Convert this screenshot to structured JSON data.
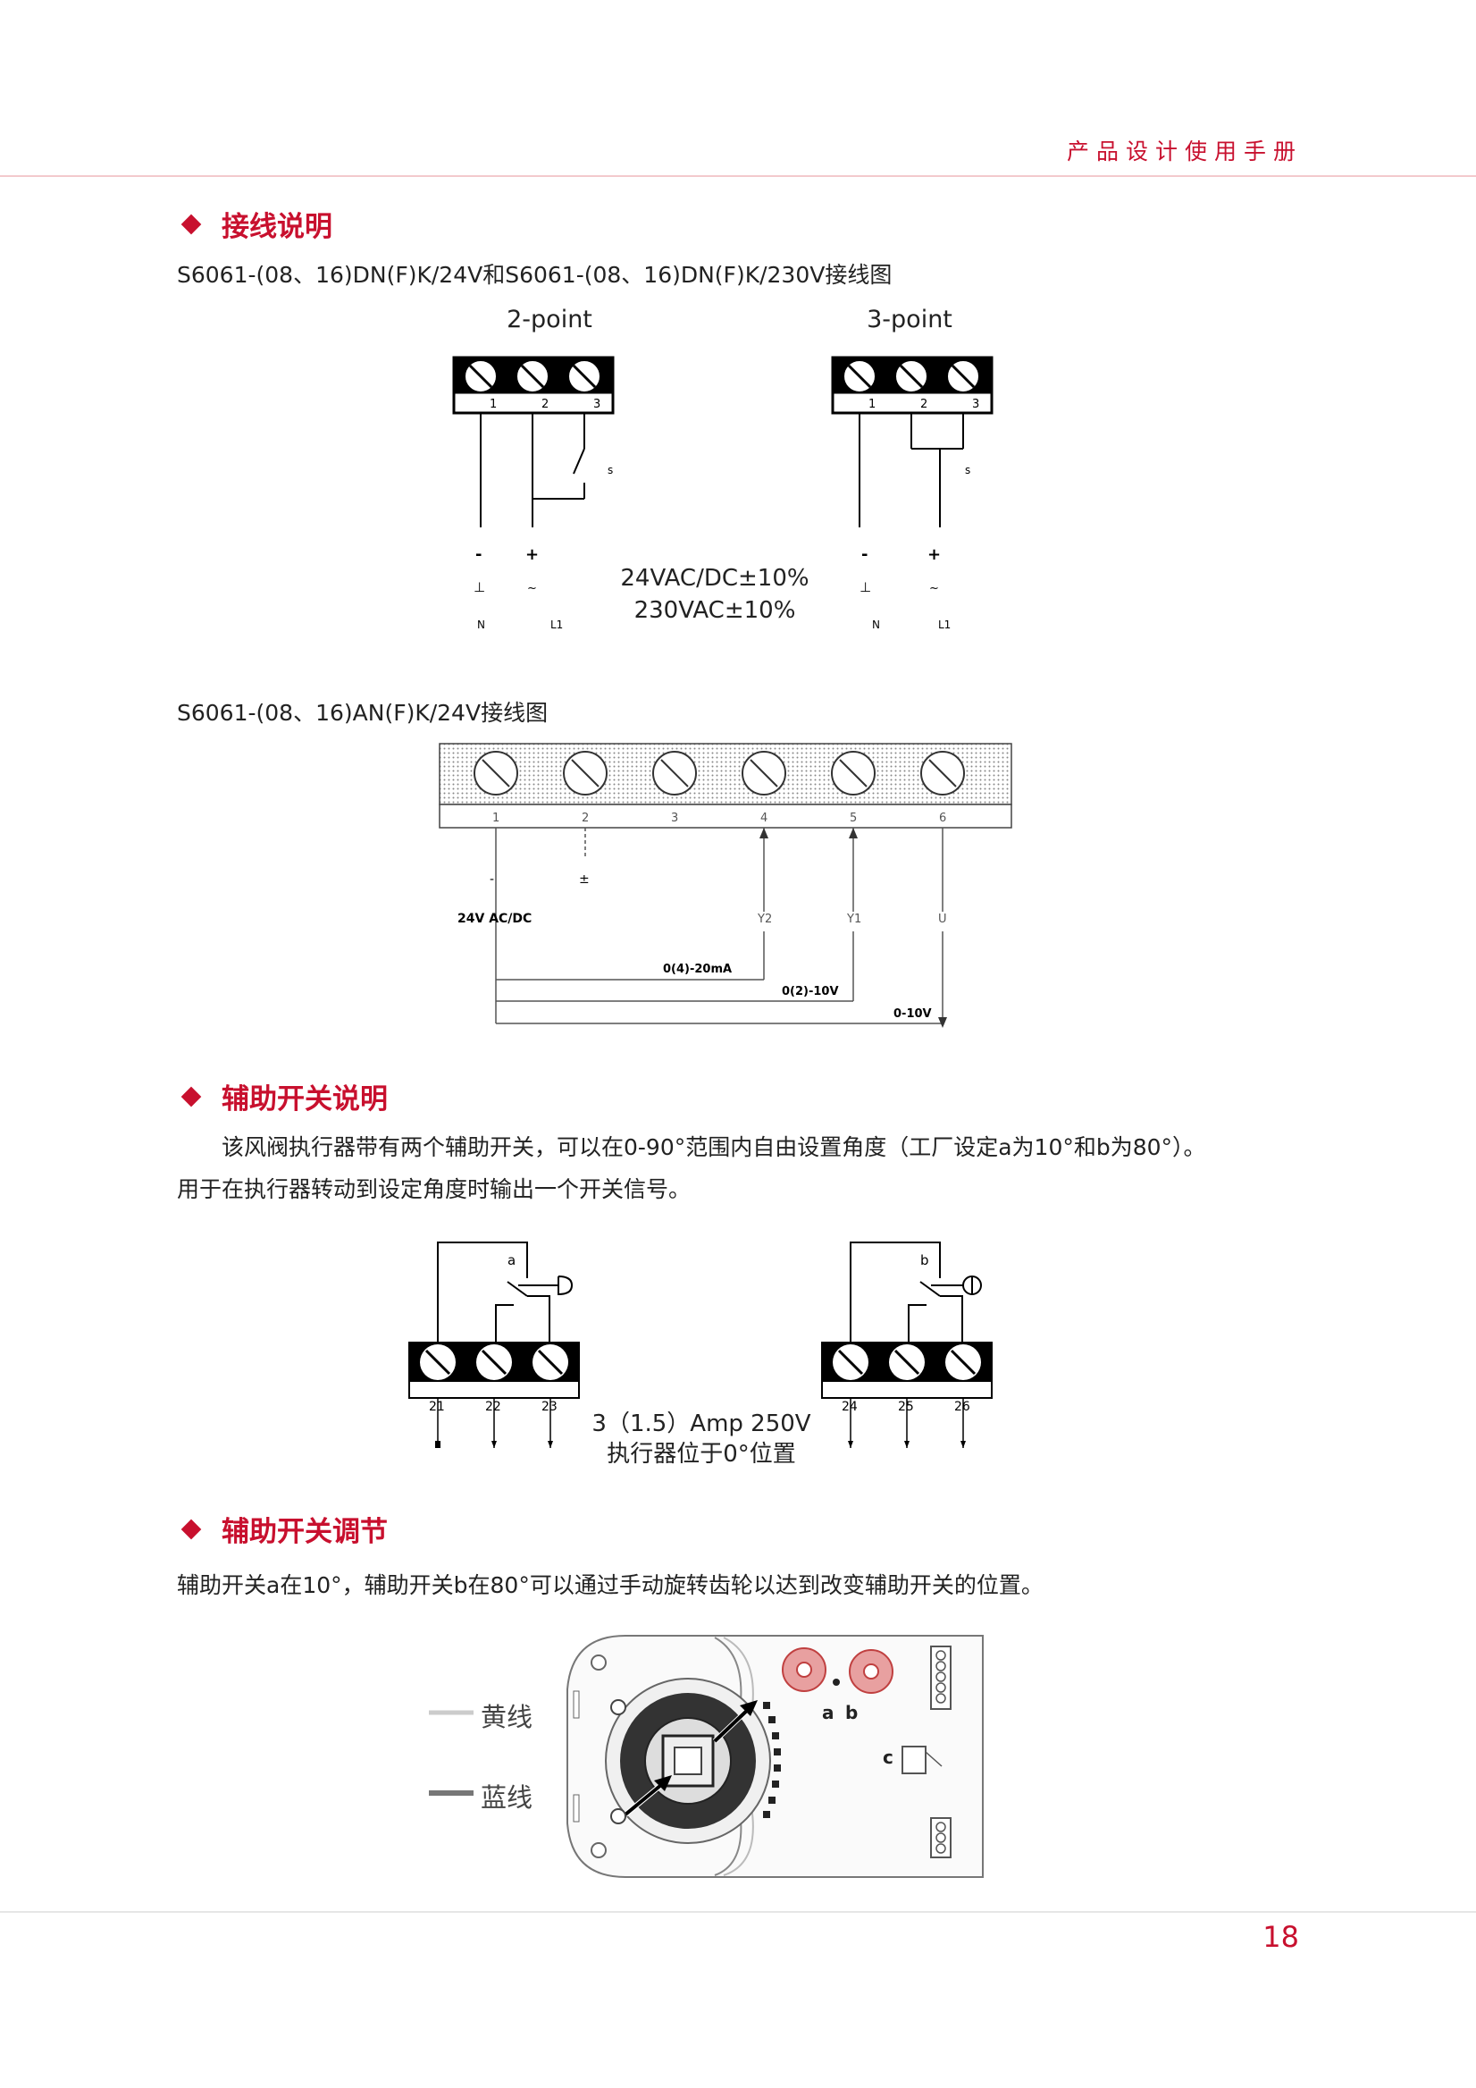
{
  "header": {
    "title": "产品设计使用手册"
  },
  "sections": {
    "wiring": {
      "title": "接线说明"
    },
    "aux_switch": {
      "title": "辅助开关说明"
    },
    "aux_adjust": {
      "title": "辅助开关调节"
    }
  },
  "wiring": {
    "caption1": "S6061-(08、16)DN(F)K/24V和S6061-(08、16)DN(F)K/230V接线图",
    "two_point": "2-point",
    "three_point": "3-point",
    "voltage1": "24VAC/DC±10%",
    "voltage2": "230VAC±10%",
    "terminals": [
      "1",
      "2",
      "3"
    ],
    "switch_label": "s",
    "minus": "-",
    "plus": "+",
    "ground_sym": "⊥",
    "ac_sym": "~",
    "n_label": "N",
    "l1_label": "L1",
    "caption2": "S6061-(08、16)AN(F)K/24V接线图",
    "an_terminals": [
      "1",
      "2",
      "3",
      "4",
      "5",
      "6"
    ],
    "an_minus": "-",
    "an_plus": "±",
    "an_supply": "24V AC/DC",
    "an_y2": "Y2",
    "an_y1": "Y1",
    "an_u": "U",
    "an_ma": "0(4)-20mA",
    "an_v2": "0(2)-10V",
    "an_v10": "0-10V"
  },
  "aux": {
    "para1": "该风阀执行器带有两个辅助开关，可以在0-90°范围内自由设置角度（工厂设定a为10°和b为80°）。",
    "para2": "用于在执行器转动到设定角度时输出一个开关信号。",
    "label_a": "a",
    "label_b": "b",
    "terms_a": [
      "21",
      "22",
      "23"
    ],
    "terms_b": [
      "24",
      "25",
      "26"
    ],
    "rating": "3（1.5）Amp 250V",
    "position": "执行器位于0°位置"
  },
  "adjust": {
    "para": "辅助开关a在10°，辅助开关b在80°可以通过手动旋转齿轮以达到改变辅助开关的位置。",
    "yellow": "黄线",
    "blue": "蓝线",
    "label_a": "a",
    "label_b": "b",
    "label_c": "c"
  },
  "page_number": "18"
}
